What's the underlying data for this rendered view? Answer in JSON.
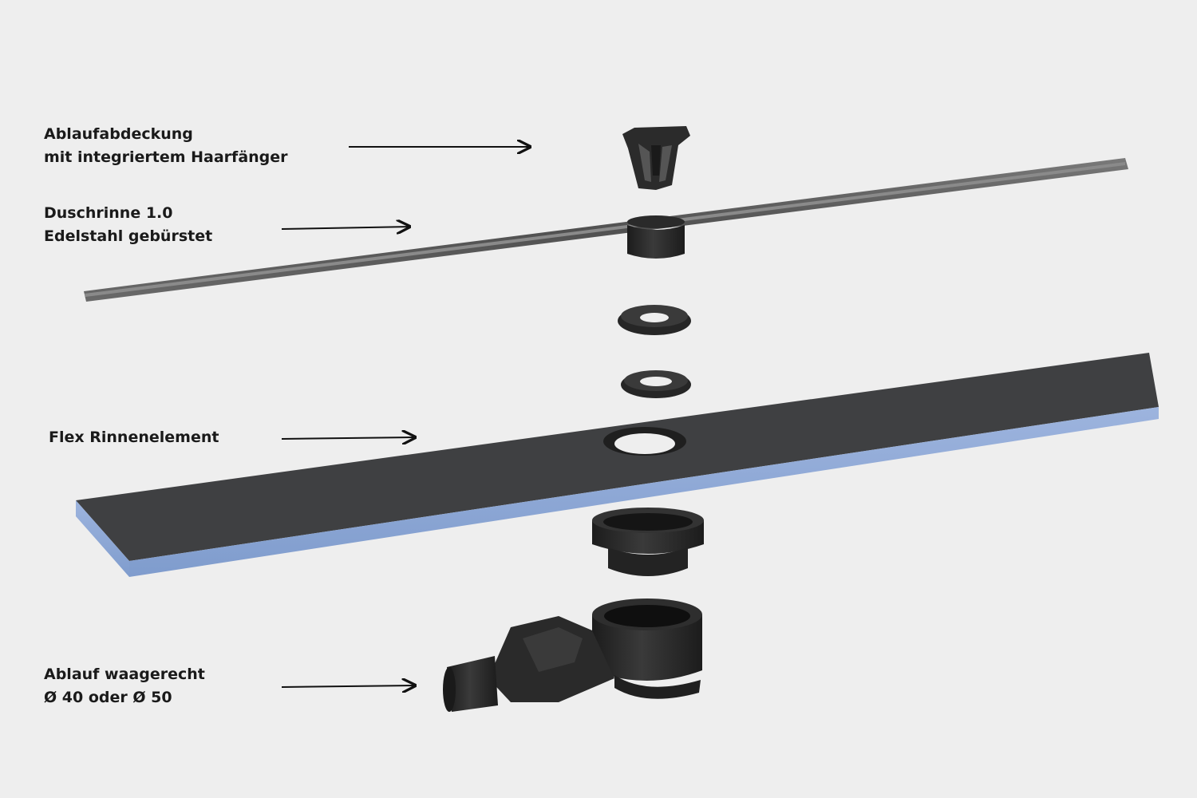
{
  "labels": {
    "cover": {
      "line1": "Ablaufabdeckung",
      "line2": "mit integriertem Haarfänger"
    },
    "channel": {
      "line1": "Duschrinne 1.0",
      "line2": "Edelstahl gebürstet"
    },
    "flex": {
      "line1": "Flex Rinnenelement"
    },
    "drain": {
      "line1": "Ablauf waagerecht",
      "line2": "Ø 40 oder Ø 50"
    }
  },
  "colors": {
    "background": "#eeeeee",
    "steel": "#5a5a5a",
    "board": "#3f4042",
    "board_edge": "#8aa6d6",
    "plastic": "#2a2a2a",
    "arrow": "#111111"
  },
  "icons": [
    "arrow-right-icon"
  ]
}
